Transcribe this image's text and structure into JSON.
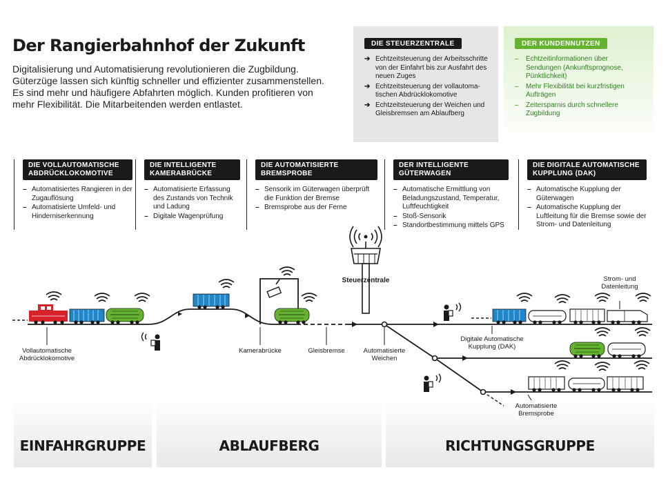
{
  "title": "Der Rangierbahnhof der Zukunft",
  "intro": [
    "Digitalisierung und Automatisierung revolutionieren die Zugbildung.",
    "Güterzüge lassen sich künftig schneller und effizienter zusammenstellen.",
    "Es sind mehr und häufigere Abfahrten möglich. Kunden profitieren von",
    "mehr Flexibilität. Die Mitarbeitenden werden entlastet."
  ],
  "steuerzentrale_box": {
    "heading": "DIE STEUERZENTRALE",
    "marker": "➔",
    "items": [
      "Echtzeitsteuerung der Arbeitsschritte von der Einfahrt bis zur Ausfahrt des neuen Zuges",
      "Echtzeitsteuerung der vollautoma-tischen Abdrücklokomotive",
      "Echtzeitsteuerung der Weichen und Gleisbremsen am Ablaufberg"
    ]
  },
  "kundennutzen_box": {
    "heading": "DER KUNDENNUTZEN",
    "marker": "–",
    "items": [
      "Echtzeitinformationen über Sendungen (Ankunftsprognose, Pünktlichkeit)",
      "Mehr Flexibilität bei kurzfristigen Aufträgen",
      "Zeitersparnis durch schnellere Zugbildung"
    ]
  },
  "features": [
    {
      "heading": [
        "DIE VOLLAUTOMATISCHE",
        "ABDRÜCKLOKOMOTIVE"
      ],
      "items": [
        "Automatisiertes Rangieren in der Zugauflösung",
        "Automatisierte Umfeld- und Hinderniserkennung"
      ]
    },
    {
      "heading": [
        "DIE INTELLIGENTE",
        "KAMERABRÜCKE"
      ],
      "items": [
        "Automatisierte Erfassung des Zustands von Technik und Ladung",
        "Digitale Wagenprüfung"
      ]
    },
    {
      "heading": [
        "DIE AUTOMATISIERTE",
        "BREMSPROBE"
      ],
      "items": [
        "Sensorik im Güterwagen überprüft die Funktion der Bremse",
        "Bremsprobe aus der Ferne"
      ]
    },
    {
      "heading": [
        "DER INTELLIGENTE",
        "GÜTERWAGEN"
      ],
      "items": [
        "Automatische Ermittlung von Beladungszustand, Temperatur, Luftfeuchtigkeit",
        "Stoß-Sensorik",
        "Standortbestimmung mittels GPS"
      ]
    },
    {
      "heading": [
        "DIE DIGITALE AUTOMATISCHE",
        "KUPPLUNG (DAK)"
      ],
      "items": [
        "Automatische Kupplung der Güterwagen",
        "Automatische Kupplung der Luftleitung für die Bremse sowie der Strom- und Datenleitung"
      ]
    }
  ],
  "diagram_labels": {
    "tower": "Steuerzentrale",
    "loco": [
      "Vollautomatische",
      "Abdrücklokomotive"
    ],
    "camera": "Kamerabrücke",
    "gleisbremse": "Gleisbremse",
    "weichen": [
      "Automatisierte",
      "Weichen"
    ],
    "dak": [
      "Digitale Automatische",
      "Kupplung (DAK)"
    ],
    "strom": [
      "Strom- und",
      "Datenleitung"
    ],
    "bremsprobe": [
      "Automatisierte",
      "Bremsprobe"
    ]
  },
  "zones": [
    "EINFAHRGRUPPE",
    "ABLAUFBERG",
    "RICHTUNGSGRUPPE"
  ],
  "colors": {
    "red": "#d8222a",
    "blue": "#1f86c8",
    "green": "#64b32e",
    "dark": "#1a1a1a"
  }
}
